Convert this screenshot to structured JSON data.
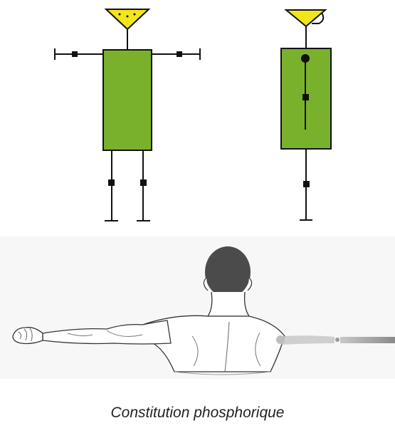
{
  "caption": "Constitution phosphorique",
  "colors": {
    "body_fill": "#7ab12c",
    "head_fill": "#f2e51a",
    "outline": "#111111",
    "background": "#ffffff",
    "skin_shadow": "#d9d9d9",
    "hair": "#4b4b4b"
  },
  "figures": [
    {
      "name": "front-view-figure",
      "view": "front"
    },
    {
      "name": "side-view-figure",
      "view": "side"
    }
  ],
  "illustration": {
    "name": "back-view-arms-extended",
    "subject": "human torso from behind with arms outstretched"
  }
}
